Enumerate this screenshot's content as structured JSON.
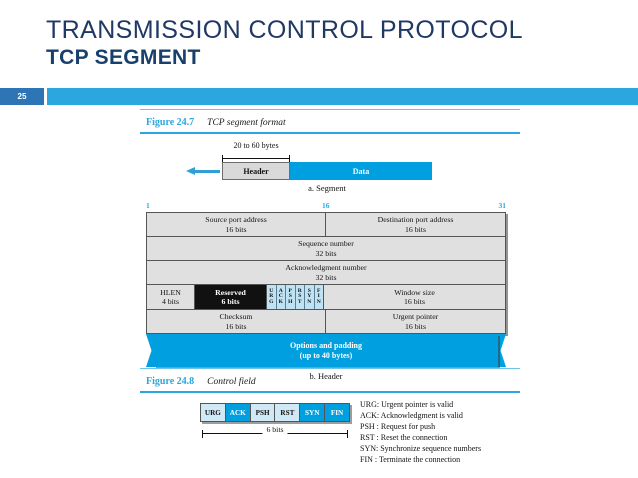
{
  "slide": {
    "title_line1": "TRANSMISSION CONTROL PROTOCOL",
    "title_line2": "TCP SEGMENT",
    "number": "25",
    "accent_band": "#2ba6de",
    "accent_badge": "#2e75b6",
    "title_color": "#1f3864"
  },
  "figure_247": {
    "caption_number": "Figure 24.7",
    "caption_text": "TCP segment format",
    "segment": {
      "dimension_label": "20 to 60 bytes",
      "header_label": "Header",
      "data_label": "Data",
      "caption": "a. Segment"
    },
    "header": {
      "bit_marks": [
        "1",
        "16",
        "31"
      ],
      "rows": [
        {
          "cells": [
            {
              "name": "Source port address",
              "size": "16 bits"
            },
            {
              "name": "Destination port address",
              "size": "16 bits"
            }
          ]
        },
        {
          "cells": [
            {
              "name": "Sequence number",
              "size": "32 bits"
            }
          ]
        },
        {
          "cells": [
            {
              "name": "Acknowledgment number",
              "size": "32 bits"
            }
          ]
        }
      ],
      "flags_row": {
        "hlen": {
          "name": "HLEN",
          "size": "4 bits"
        },
        "reserved": {
          "name": "Reserved",
          "size": "6 bits"
        },
        "flags": [
          "URG",
          "ACK",
          "PSH",
          "RST",
          "SYN",
          "FIN"
        ],
        "window": {
          "name": "Window size",
          "size": "16 bits"
        }
      },
      "checksum_row": {
        "cells": [
          {
            "name": "Checksum",
            "size": "16 bits"
          },
          {
            "name": "Urgent pointer",
            "size": "16 bits"
          }
        ]
      },
      "options": {
        "line1": "Options and padding",
        "line2": "(up to 40 bytes)"
      },
      "caption": "b. Header"
    }
  },
  "figure_248": {
    "caption_number": "Figure 24.8",
    "caption_text": "Control field",
    "boxes": [
      {
        "label": "URG",
        "style": "light"
      },
      {
        "label": "ACK",
        "style": "dark"
      },
      {
        "label": "PSH",
        "style": "light"
      },
      {
        "label": "RST",
        "style": "light"
      },
      {
        "label": "SYN",
        "style": "dark"
      },
      {
        "label": "FIN",
        "style": "dark"
      }
    ],
    "dimension_label": "6 bits",
    "legend": [
      "URG: Urgent pointer is valid",
      "ACK: Acknowledgment is valid",
      "PSH : Request for push",
      "RST : Reset the connection",
      "SYN: Synchronize sequence numbers",
      "FIN : Terminate the connection"
    ]
  }
}
